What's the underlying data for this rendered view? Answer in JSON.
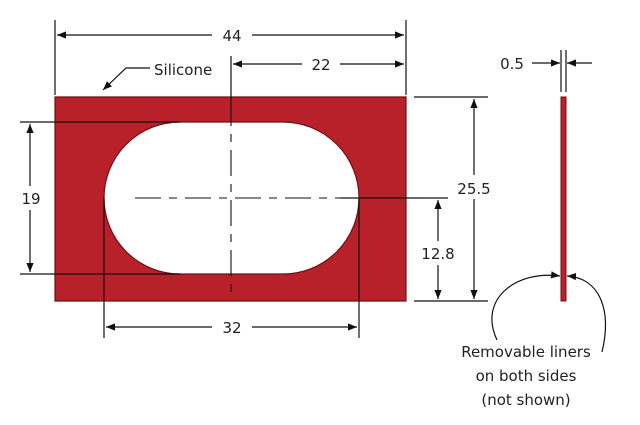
{
  "part": {
    "material_label": "Silicone",
    "fill_color": "#b8202a",
    "outline_color": "#6e1016"
  },
  "dimensions": {
    "overall_width": "44",
    "half_width": "22",
    "overall_height": "25.5",
    "center_height": "12.8",
    "cutout_height": "19",
    "cutout_width": "32",
    "thickness": "0.5"
  },
  "note": {
    "line1": "Removable liners",
    "line2": "on both sides",
    "line3": "(not shown)"
  }
}
